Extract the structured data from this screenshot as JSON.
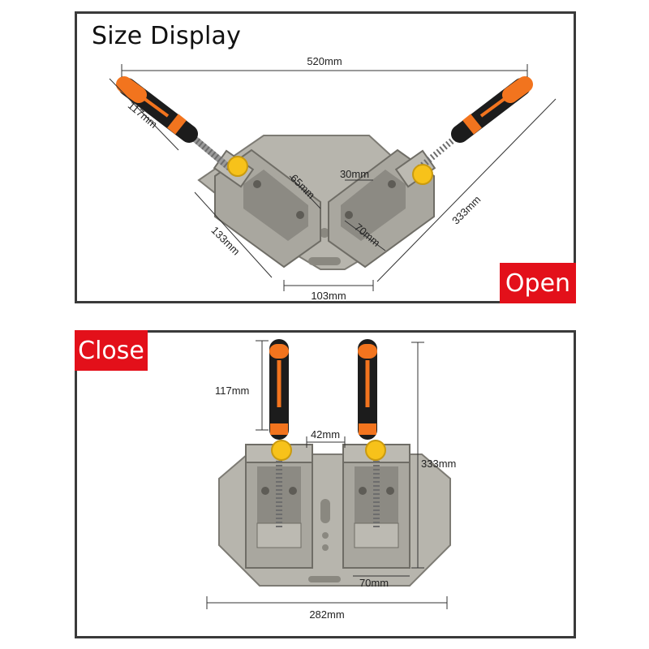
{
  "open_panel": {
    "heading": "Size Display",
    "badge": "Open",
    "dimensions": {
      "total_width": "520mm",
      "handle_length": "117mm",
      "diagonal_length": "333mm",
      "side_length": "133mm",
      "jaw_width": "65mm",
      "jaw_gap": "30mm",
      "jaw_depth": "70mm",
      "base_width": "103mm"
    }
  },
  "close_panel": {
    "badge": "Close",
    "dimensions": {
      "handle_length": "117mm",
      "handle_gap": "42mm",
      "total_height": "333mm",
      "jaw_depth": "70mm",
      "total_width": "282mm"
    }
  },
  "colors": {
    "badge_red": "#e3101a",
    "handle_orange": "#f2741e",
    "handle_black": "#1c1c1c",
    "knob_yellow": "#f7c21a",
    "body_gray": "#a9a79f"
  }
}
